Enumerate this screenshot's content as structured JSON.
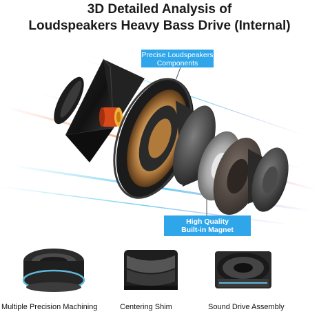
{
  "title": {
    "line1": "3D Detailed Analysis of",
    "line2": "Loudspeakers Heavy Bass Drive (Internal)"
  },
  "callouts": {
    "components": [
      "Precise Loudspeakers",
      "Components"
    ],
    "magnet": [
      "High Quality",
      "Built-in Magnet"
    ]
  },
  "features": [
    {
      "label": "Multiple Precision Machining",
      "icon": "speaker-driver-bottom-view"
    },
    {
      "label": "Centering Shim",
      "icon": "speaker-driver-side-view"
    },
    {
      "label": "Sound Drive Assembly",
      "icon": "speaker-driver-front-view"
    }
  ],
  "colors": {
    "callout": "#2fa6ea",
    "accent_cyan": "#49c4ee",
    "accent_orange": "#f07a3c",
    "title": "#1a1a1a"
  }
}
